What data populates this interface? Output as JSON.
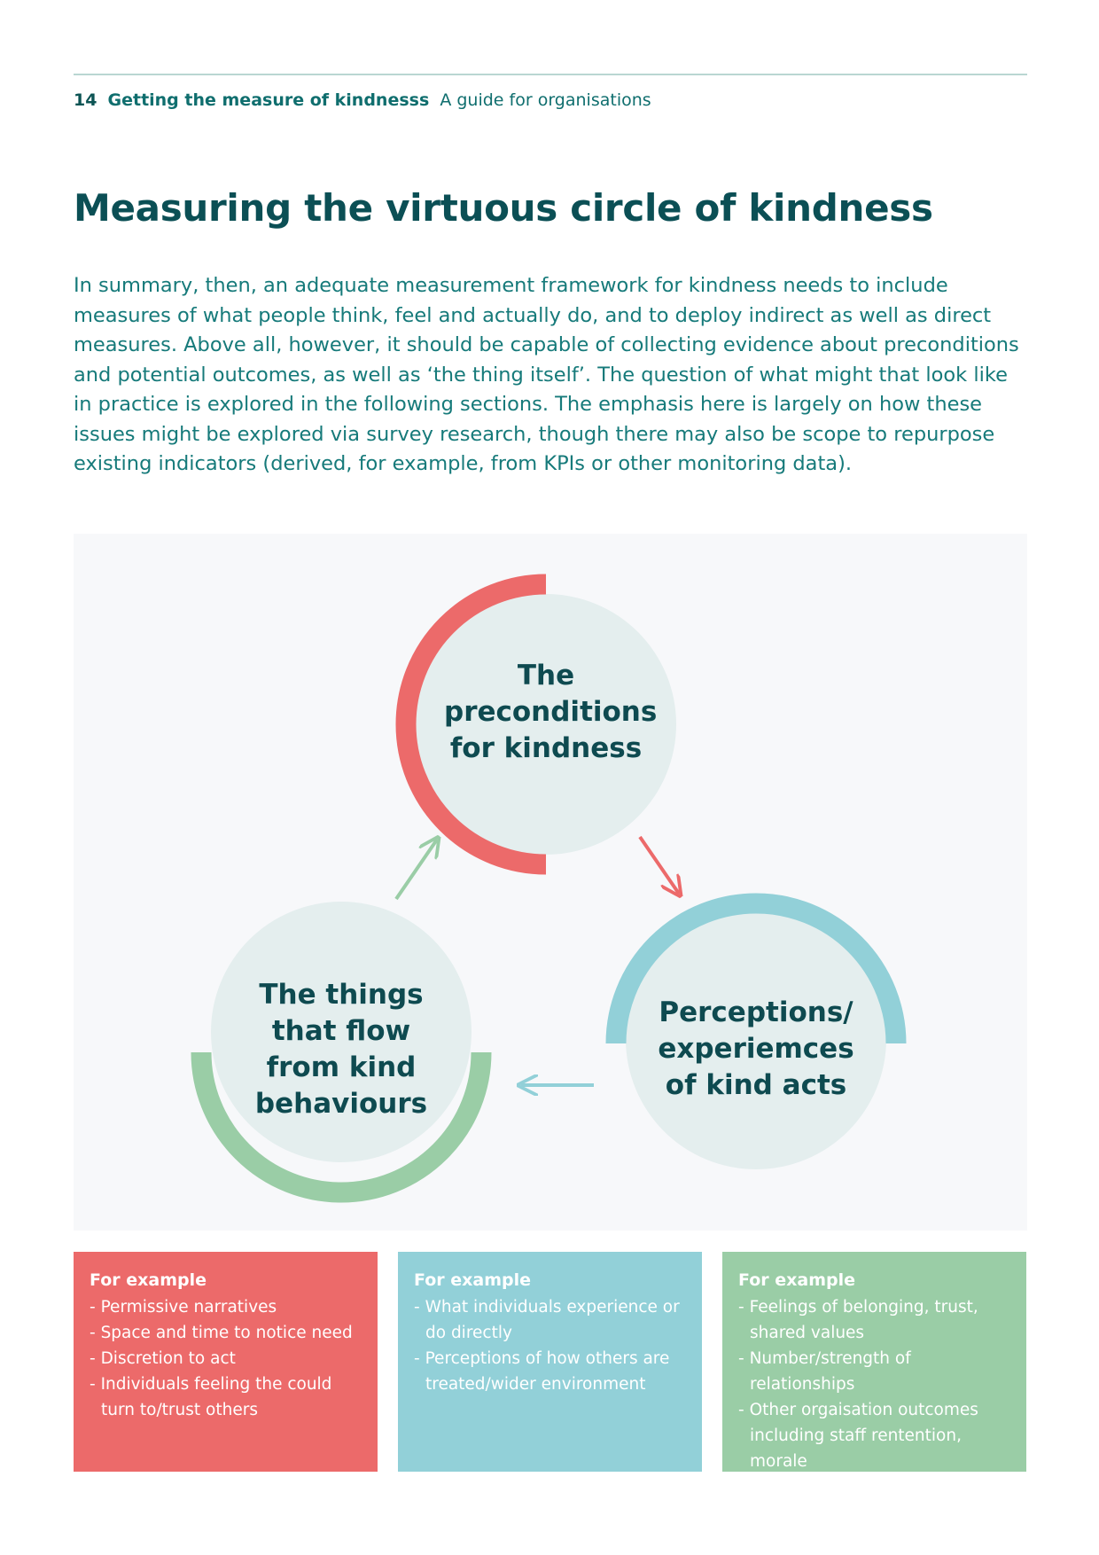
{
  "header": {
    "page_number": "14",
    "doc_title": "Getting the measure of kindnesss",
    "doc_subtitle": "A guide for organisations"
  },
  "title": "Measuring the virtuous circle of kindness",
  "intro": "In summary, then, an adequate measurement framework for kindness needs to include measures of what people think, feel and actually do, and to deploy indirect as well as direct measures. Above all, however, it should be capable of collecting evidence about preconditions and potential outcomes, as well as ‘the thing itself’. The question of what might that look like in practice is explored in the following sections. The emphasis here is largely on how these issues might be explored via survey research, though there may also be scope to repurpose existing indicators (derived, for example, from KPIs or other monitoring data).",
  "diagram": {
    "nodes": [
      {
        "label": "The preconditions for kindness",
        "color": "#ec6a6a"
      },
      {
        "label": "Perceptions/ experiemces of kind acts",
        "color": "#92d0d8"
      },
      {
        "label": "The things that flow from kind behaviours",
        "color": "#9acda6"
      }
    ],
    "fill_color": "#e4eeee"
  },
  "examples": [
    {
      "heading": "For example",
      "color": "#ec6a6a",
      "items": [
        "Permissive narratives",
        "Space and time to notice need",
        "Discretion to act",
        "Individuals feeling the could turn to/trust others"
      ]
    },
    {
      "heading": "For example",
      "color": "#92d0d8",
      "items": [
        "What individuals experience or do directly",
        "Perceptions of how others are treated/wider environment"
      ]
    },
    {
      "heading": "For example",
      "color": "#9acda6",
      "items": [
        "Feelings of belonging, trust, shared values",
        "Number/strength of relationships",
        "Other orgaisation outcomes including staff rentention, morale"
      ]
    }
  ]
}
